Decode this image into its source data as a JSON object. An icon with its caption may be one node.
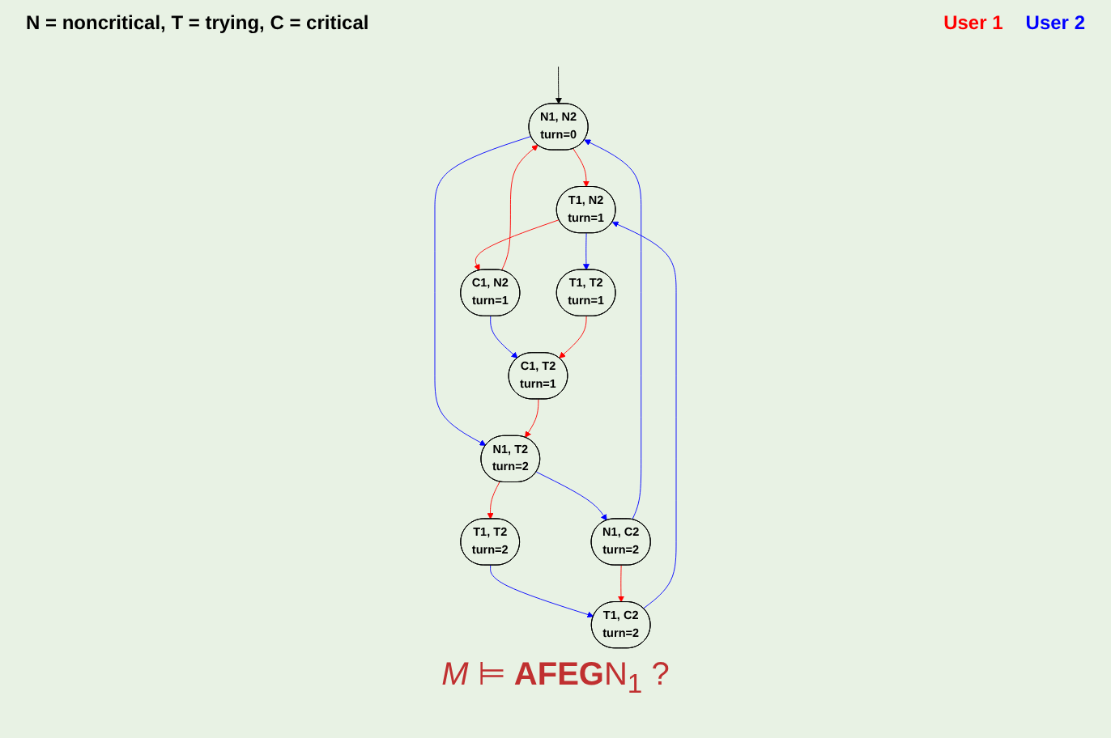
{
  "diagram": {
    "caption": "*M* ⊨ **AFEG**N$_{1}$ ?",
    "nodes": [
      {
        "text": [
          "N1, N2",
          "turn=0"
        ]
      },
      {
        "text": [
          "T1, N2",
          "turn=1"
        ]
      },
      {
        "text": [
          "N1, T2",
          "turn=2"
        ]
      },
      {
        "text": [
          "C1, N2",
          "turn=1"
        ]
      },
      {
        "text": [
          "T1, T2",
          "turn=1"
        ]
      },
      {
        "text": [
          "T1, T2",
          "turn=2"
        ]
      },
      {
        "text": [
          "N1, C2",
          "turn=2"
        ]
      },
      {
        "text": [
          "C1, T2",
          "turn=1"
        ]
      },
      {
        "text": [
          "T1, C2",
          "turn=2"
        ]
      }
    ],
    "edges": [
      {
        "from": null,
        "to": 0,
        "arrow": "to",
        "color": "#000000"
      },
      {
        "from": 0,
        "to": 1,
        "arrow": "to",
        "color": "#ff0000"
      },
      {
        "from": 0,
        "to": 2,
        "arrow": "to",
        "color": "#0000ff"
      },
      {
        "from": 1,
        "to": 3,
        "arrow": "to",
        "color": "#ff0000"
      },
      {
        "from": 1,
        "to": 4,
        "arrow": "to",
        "color": "#0000ff"
      },
      {
        "from": 2,
        "to": 5,
        "arrow": "to",
        "color": "#ff0000"
      },
      {
        "from": 2,
        "to": 6,
        "arrow": "to",
        "color": "#0000ff"
      },
      {
        "from": 3,
        "to": 0,
        "arrow": "to",
        "color": "#ff0000"
      },
      {
        "from": 6,
        "to": 0,
        "arrow": "to",
        "color": "#0000ff"
      },
      {
        "from": 3,
        "to": 7,
        "arrow": "to",
        "color": "#0000ff"
      },
      {
        "from": 4,
        "to": 7,
        "arrow": "to",
        "color": "#ff0000"
      },
      {
        "from": 5,
        "to": 8,
        "arrow": "to",
        "color": "#0000ff"
      },
      {
        "from": 6,
        "to": 8,
        "arrow": "to",
        "color": "#ff0000"
      },
      {
        "from": 7,
        "to": 2,
        "arrow": "to",
        "color": "#ff0000"
      },
      {
        "from": 8,
        "to": 1,
        "arrow": "to",
        "color": "#0000ff"
      }
    ],
    "labels": [
      "N = noncritical,  T = trying,  C = critical"
    ],
    "legend": [
      {
        "text": "User 1",
        "color": "#ff0000"
      },
      {
        "text": "User 2",
        "color": "#0000ff"
      }
    ]
  }
}
